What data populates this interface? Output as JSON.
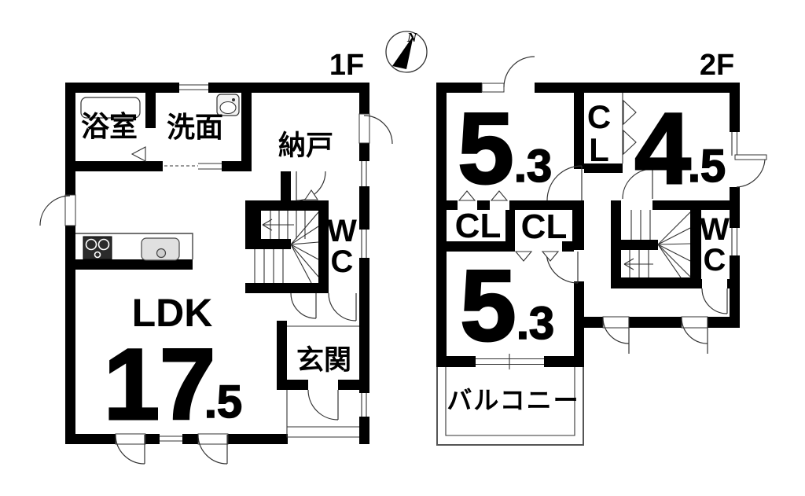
{
  "compass": {
    "north": "N"
  },
  "colors": {
    "wall": "#000000",
    "line": "#333333",
    "background": "#ffffff"
  },
  "floor1": {
    "label": "1F",
    "bath": "浴室",
    "washroom": "洗面",
    "storage": "納戸",
    "wc_line1": "W",
    "wc_line2": "C",
    "ldk_label": "LDK",
    "ldk_area_int": "17",
    "ldk_area_dec": ".5",
    "entrance": "玄関"
  },
  "floor2": {
    "label": "2F",
    "room_a_int": "5",
    "room_a_dec": ".3",
    "closet_top_line1": "C",
    "closet_top_line2": "L",
    "room_b_int": "4",
    "room_b_dec": ".5",
    "closet_left": "CL",
    "closet_right": "CL",
    "wc_line1": "W",
    "wc_line2": "C",
    "room_c_int": "5",
    "room_c_dec": ".3",
    "balcony": "バルコニー"
  }
}
